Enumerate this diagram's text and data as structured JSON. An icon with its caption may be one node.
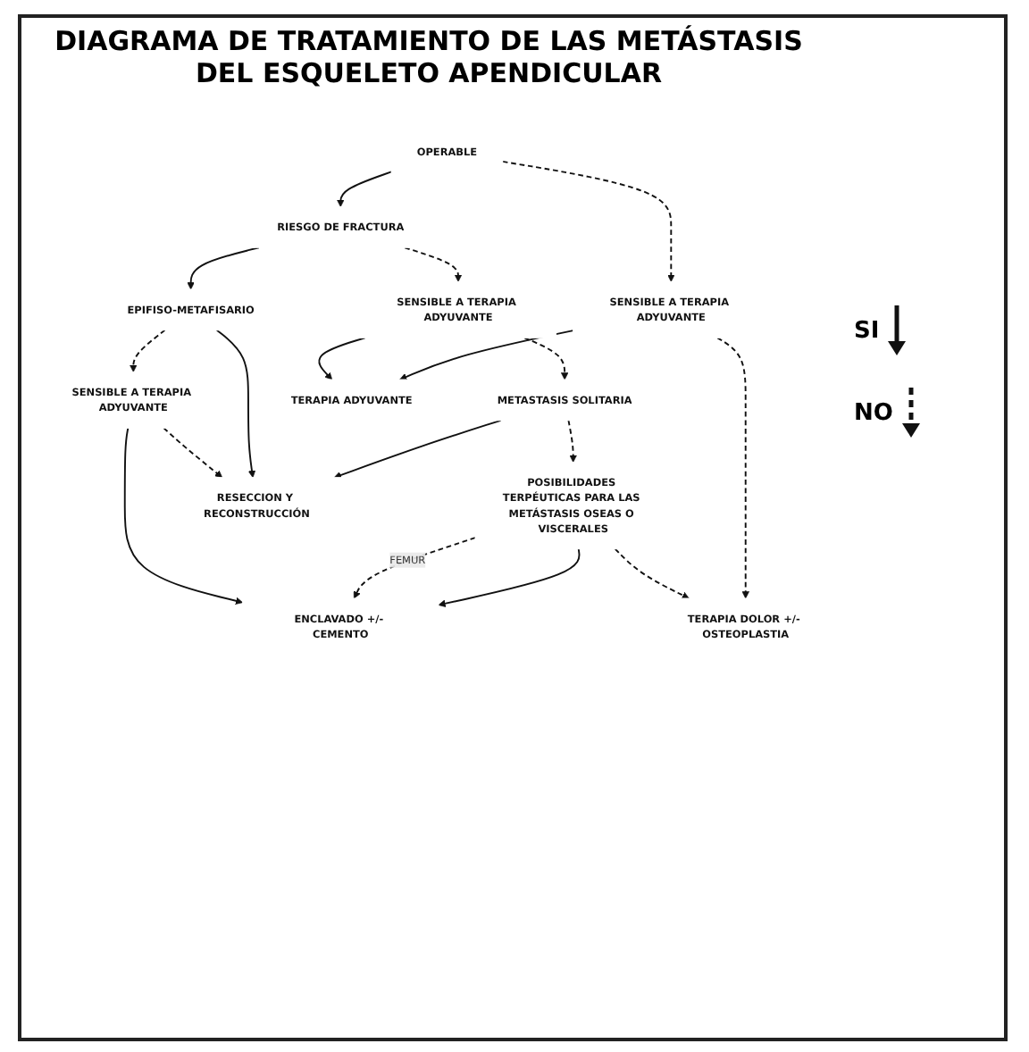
{
  "diagram": {
    "title": "DIAGRAMA DE TRATAMIENTO DE LAS METÁSTASIS DEL ESQUELETO APENDICULAR",
    "nodes": [
      {
        "text": [
          "OPERABLE"
        ]
      },
      {
        "text": [
          "RIESGO DE FRACTURA"
        ]
      },
      {
        "text": [
          "SENSIBLE A TERAPIA ADYUVANTE"
        ]
      },
      {
        "text": [
          "SENSIBLE A TERAPIA ADYUVANTE"
        ]
      },
      {
        "text": [
          "METASTASIS SOLITARIA"
        ]
      },
      {
        "text": [
          "POSIBILIDADES TERPÉUTICAS PARA LAS METÁSTASIS OSEAS O VISCERALES"
        ]
      },
      {
        "text": [
          "EPIFISO-METAFISARIO"
        ]
      },
      {
        "text": [
          "SENSIBLE A TERAPIA ADYUVANTE"
        ]
      },
      {
        "text": [
          "RESECCION Y RECONSTRUCCIÓN"
        ]
      },
      {
        "text": [
          "ENCLAVADO +/- CEMENTO"
        ]
      },
      {
        "text": [
          "TERAPIA ADYUVANTE"
        ]
      },
      {
        "text": [
          "TERAPIA DOLOR +/- OSTEOPLASTIA"
        ]
      }
    ],
    "edges": [
      {
        "from": 0,
        "to": 1,
        "arrow": "to"
      },
      {
        "from": 0,
        "to": 2,
        "arrow": "to",
        "style": "dashed"
      },
      {
        "from": 1,
        "to": 3,
        "arrow": "to",
        "style": "dashed"
      },
      {
        "from": 1,
        "to": 6,
        "arrow": "to"
      },
      {
        "from": 2,
        "to": 10,
        "arrow": "to"
      },
      {
        "from": 3,
        "to": 10,
        "arrow": "to"
      },
      {
        "from": 2,
        "to": 11,
        "arrow": "to",
        "style": "dashed"
      },
      {
        "from": 3,
        "to": 4,
        "arrow": "to",
        "style": "dashed"
      },
      {
        "from": 4,
        "to": 5,
        "arrow": "to",
        "style": "dashed"
      },
      {
        "from": 5,
        "to": 11,
        "arrow": "to",
        "style": "dashed"
      },
      {
        "from": 4,
        "to": 8,
        "arrow": "to"
      },
      {
        "from": 5,
        "to": 9,
        "arrow": "to"
      },
      {
        "from": 5,
        "to": 9,
        "arrow": "to",
        "style": "dashed",
        "label": "FEMUR"
      },
      {
        "from": 6,
        "to": 8,
        "arrow": "to"
      },
      {
        "from": 6,
        "to": 7,
        "arrow": "to",
        "style": "dashed"
      },
      {
        "from": 7,
        "to": 9,
        "arrow": "to"
      },
      {
        "from": 7,
        "to": 8,
        "arrow": "to",
        "style": "dashed"
      }
    ],
    "legend": [
      {
        "text": "SI"
      },
      {
        "text": "NO"
      }
    ]
  }
}
